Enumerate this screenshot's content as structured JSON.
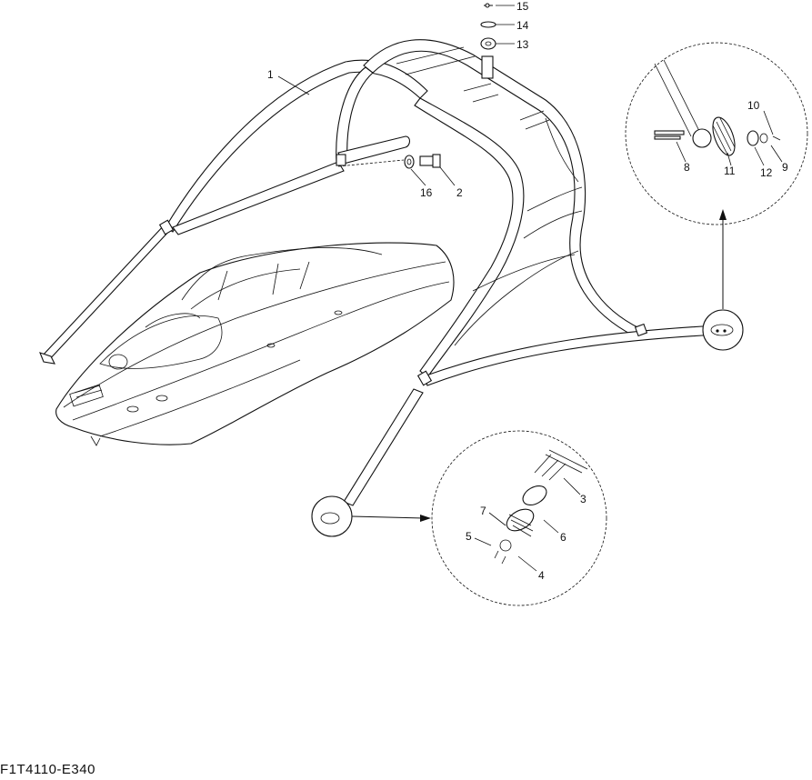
{
  "diagram": {
    "code": "F1T4110-E340",
    "callouts": [
      "1",
      "2",
      "3",
      "4",
      "5",
      "6",
      "7",
      "8",
      "9",
      "10",
      "11",
      "12",
      "13",
      "14",
      "15",
      "16"
    ]
  }
}
